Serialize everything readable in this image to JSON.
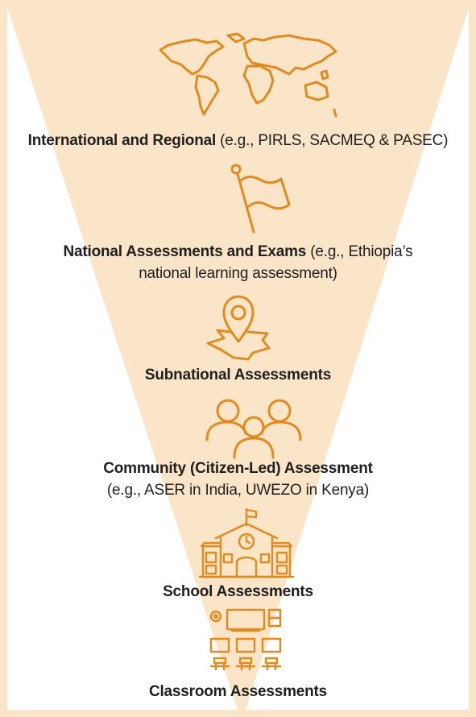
{
  "colors": {
    "funnel_fill": "#fbe5c8",
    "border": "#f4b46a",
    "icon_stroke": "#e08b1f",
    "text": "#1f1f1f"
  },
  "levels": [
    {
      "icon": "world-map-icon",
      "title": "International and Regional",
      "detail": "(e.g., PIRLS, SACMEQ & PASEC)"
    },
    {
      "icon": "flag-icon",
      "title": "National Assessments and Exams",
      "detail": "(e.g., Ethiopia’s",
      "detail_line2": "national learning assessment)"
    },
    {
      "icon": "map-pin-icon",
      "title": "Subnational Assessments"
    },
    {
      "icon": "community-people-icon",
      "title": "Community (Citizen-Led) Assessment",
      "detail_line2": "(e.g., ASER in India, UWEZO in Kenya)"
    },
    {
      "icon": "school-building-icon",
      "title": "School Assessments"
    },
    {
      "icon": "classroom-icon",
      "title": "Classroom Assessments"
    }
  ]
}
